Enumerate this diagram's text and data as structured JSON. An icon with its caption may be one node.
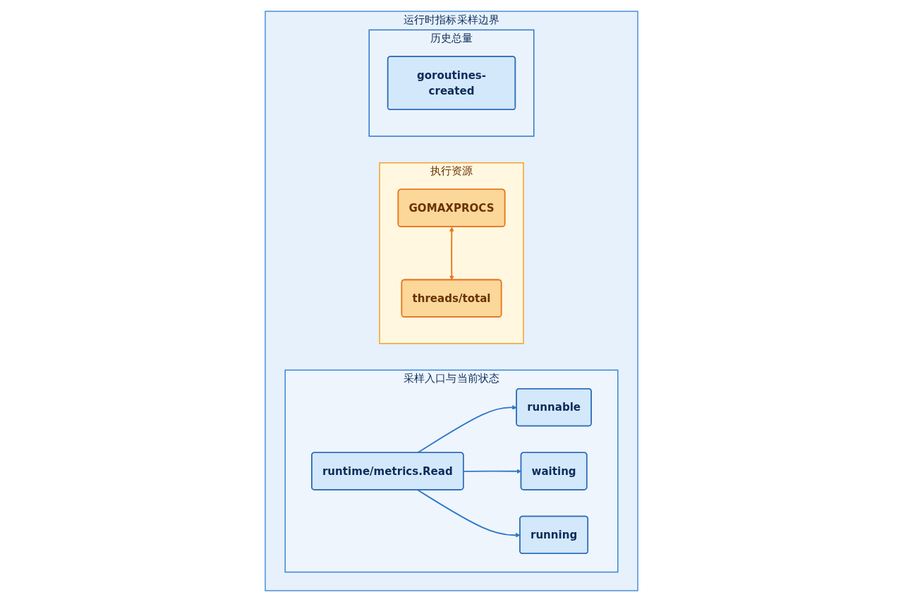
{
  "diagram": {
    "nodes": [
      {
        "text": [
          "运行时指标采样边界"
        ]
      },
      {
        "text": [
          "采样入口与当前状态"
        ],
        "in": 0
      },
      {
        "text": [
          "runtime/metrics.Read"
        ],
        "in": 1
      },
      {
        "text": [
          "runnable"
        ],
        "in": 1
      },
      {
        "text": [
          "waiting"
        ],
        "in": 1
      },
      {
        "text": [
          "running"
        ],
        "in": 1
      },
      {
        "text": [
          "执行资源"
        ],
        "in": 0
      },
      {
        "text": [
          "GOMAXPROCS"
        ],
        "in": 6
      },
      {
        "text": [
          "threads/total"
        ],
        "in": 6
      },
      {
        "text": [
          "历史总量"
        ],
        "in": 0
      },
      {
        "text": [
          "goroutines-created"
        ],
        "in": 9
      }
    ],
    "edges": [
      {
        "from": 2,
        "to": 3,
        "arrow": "to"
      },
      {
        "from": 2,
        "to": 4,
        "arrow": "to"
      },
      {
        "from": 2,
        "to": 5,
        "arrow": "to"
      },
      {
        "from": 7,
        "to": 8,
        "arrow": "both",
        "color": "#e8761e"
      }
    ]
  }
}
